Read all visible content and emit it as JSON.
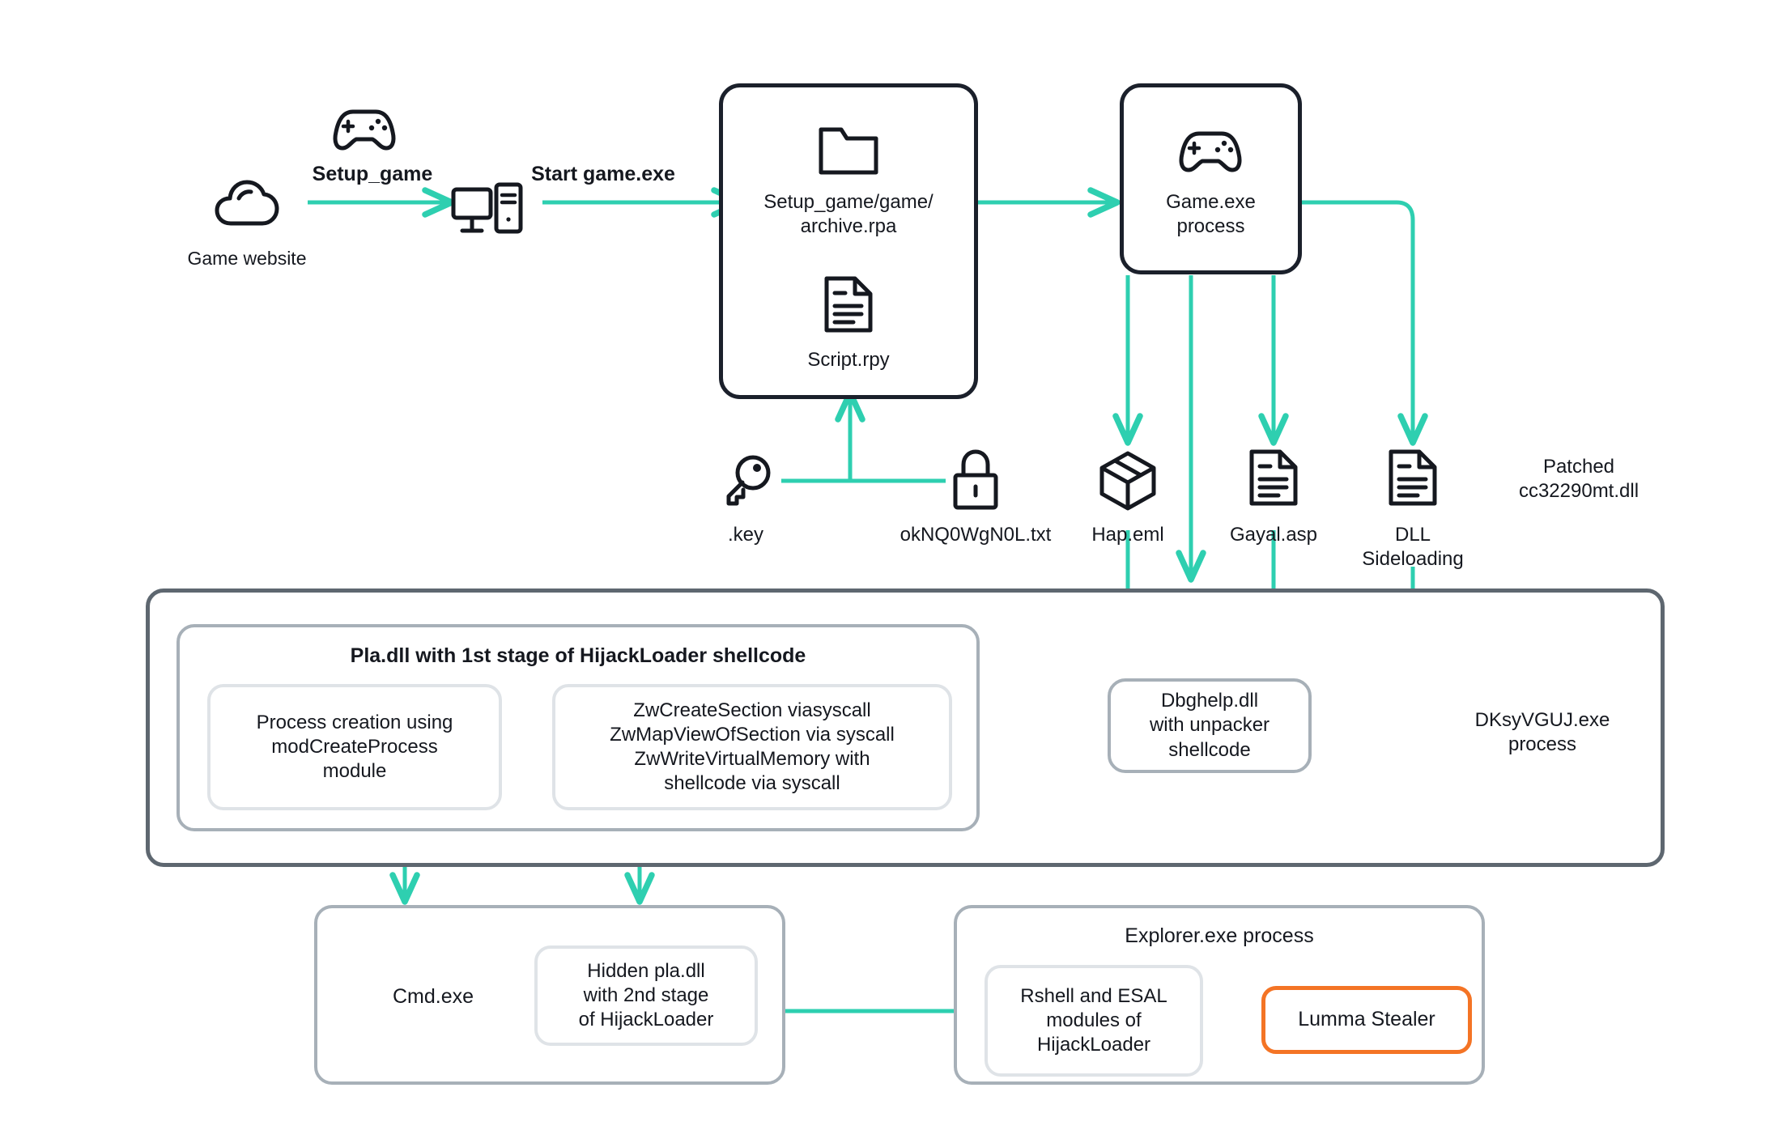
{
  "theme": {
    "teal": "#2ecfb0",
    "dark_border": "#1b202b",
    "outer_border": "#5e6770",
    "mid_border": "#a7b0b8",
    "inner_border": "#dfe3e7",
    "orange": "#f47425",
    "text": "#15181f",
    "background": "#ffffff"
  },
  "nodes": {
    "game_website": "Game website",
    "setup_game_arrow": "Setup_game",
    "start_game_arrow": "Start game.exe",
    "archive_path": "Setup_game/game/\narchive.rpa",
    "script_rpy": "Script.rpy",
    "game_exe_process": "Game.exe\nprocess",
    "key_file": ".key",
    "txt_file": "okNQ0WgN0L.txt",
    "hap_eml": "Hap.eml",
    "gayal_asp": "Gayal.asp",
    "dll_sideloading": "DLL\nSideloading",
    "patched_dll": "Patched\ncc32290mt.dll",
    "pla_dll_title": "Pla.dll with 1st stage of HijackLoader shellcode",
    "process_creation": "Process creation using\nmodCreateProcess\nmodule",
    "zw_calls": "ZwCreateSection viasyscall\nZwMapViewOfSection via syscall\nZwWriteVirtualMemory with\nshellcode via syscall",
    "dbghelp": "Dbghelp.dll\nwith unpacker\nshellcode",
    "dksyvguj": "DKsyVGUJ.exe\nprocess",
    "cmd_exe": "Cmd.exe",
    "hidden_pla": "Hidden pla.dll\nwith 2nd stage\nof HijackLoader",
    "explorer_process": "Explorer.exe process",
    "rshell_esal": "Rshell and ESAL\nmodules of\nHijackLoader",
    "lumma_stealer": "Lumma Stealer"
  },
  "icons": {
    "cloud": "cloud-icon",
    "gamepad_top": "gamepad-icon",
    "desktop": "desktop-computer-icon",
    "folder": "folder-icon",
    "document": "document-icon",
    "gamepad_box": "gamepad-icon",
    "key": "key-icon",
    "lock": "lock-icon",
    "package": "package-box-icon",
    "doc_gayal": "document-icon",
    "doc_dll": "document-icon"
  }
}
